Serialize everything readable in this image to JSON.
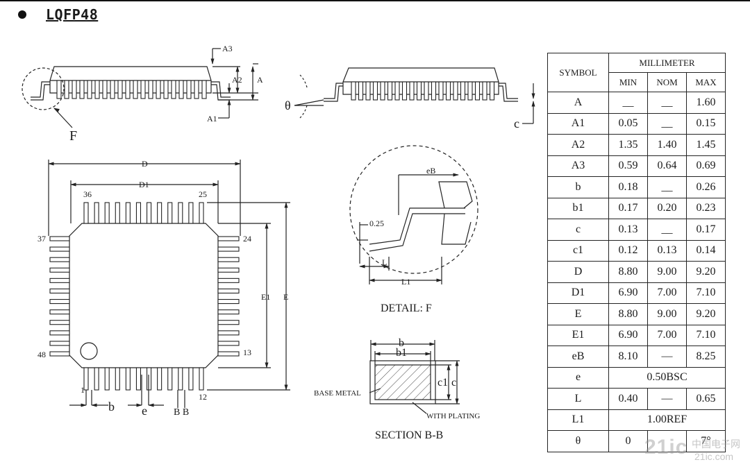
{
  "header": {
    "title": "LQFP48"
  },
  "labels": {
    "A3": "A3",
    "A2": "A2",
    "A": "A",
    "A1": "A1",
    "F": "F",
    "theta": "θ",
    "c": "c",
    "D": "D",
    "D1": "D1",
    "E": "E",
    "E1": "E1",
    "pin36": "36",
    "pin25": "25",
    "pin37": "37",
    "pin24": "24",
    "pin48": "48",
    "pin13": "13",
    "pin1": "1",
    "pin12": "12",
    "b": "b",
    "e": "e",
    "BB": "B B",
    "eB": "eB",
    "v025": "0.25",
    "L": "L",
    "L1": "L1",
    "detail": "DETAIL:  F",
    "sb": "b",
    "sb1": "b1",
    "sc1": "c1",
    "sc": "c",
    "base_metal": "BASE METAL",
    "with_plating": "WITH PLATING",
    "section": "SECTION B-B"
  },
  "table": {
    "symbol_header": "SYMBOL",
    "unit_header": "MILLIMETER",
    "col_min": "MIN",
    "col_nom": "NOM",
    "col_max": "MAX",
    "rows": [
      {
        "sym": "A",
        "min": "__",
        "nom": "__",
        "max": "1.60"
      },
      {
        "sym": "A1",
        "min": "0.05",
        "nom": "__",
        "max": "0.15"
      },
      {
        "sym": "A2",
        "min": "1.35",
        "nom": "1.40",
        "max": "1.45"
      },
      {
        "sym": "A3",
        "min": "0.59",
        "nom": "0.64",
        "max": "0.69"
      },
      {
        "sym": "b",
        "min": "0.18",
        "nom": "__",
        "max": "0.26"
      },
      {
        "sym": "b1",
        "min": "0.17",
        "nom": "0.20",
        "max": "0.23"
      },
      {
        "sym": "c",
        "min": "0.13",
        "nom": "__",
        "max": "0.17"
      },
      {
        "sym": "c1",
        "min": "0.12",
        "nom": "0.13",
        "max": "0.14"
      },
      {
        "sym": "D",
        "min": "8.80",
        "nom": "9.00",
        "max": "9.20"
      },
      {
        "sym": "D1",
        "min": "6.90",
        "nom": "7.00",
        "max": "7.10"
      },
      {
        "sym": "E",
        "min": "8.80",
        "nom": "9.00",
        "max": "9.20"
      },
      {
        "sym": "E1",
        "min": "6.90",
        "nom": "7.00",
        "max": "7.10"
      },
      {
        "sym": "eB",
        "min": "8.10",
        "nom": "—",
        "max": "8.25"
      }
    ],
    "row_e": {
      "sym": "e",
      "val": "0.50BSC"
    },
    "row_L": {
      "sym": "L",
      "min": "0.40",
      "nom": "—",
      "max": "0.65"
    },
    "row_L1": {
      "sym": "L1",
      "val": "1.00REF"
    },
    "row_theta": {
      "sym": "θ",
      "min": "0",
      "nom": "",
      "max": "7°"
    }
  },
  "watermark": {
    "logo": "21ic",
    "line1": "中国电子网",
    "line2": "21ic.com"
  }
}
